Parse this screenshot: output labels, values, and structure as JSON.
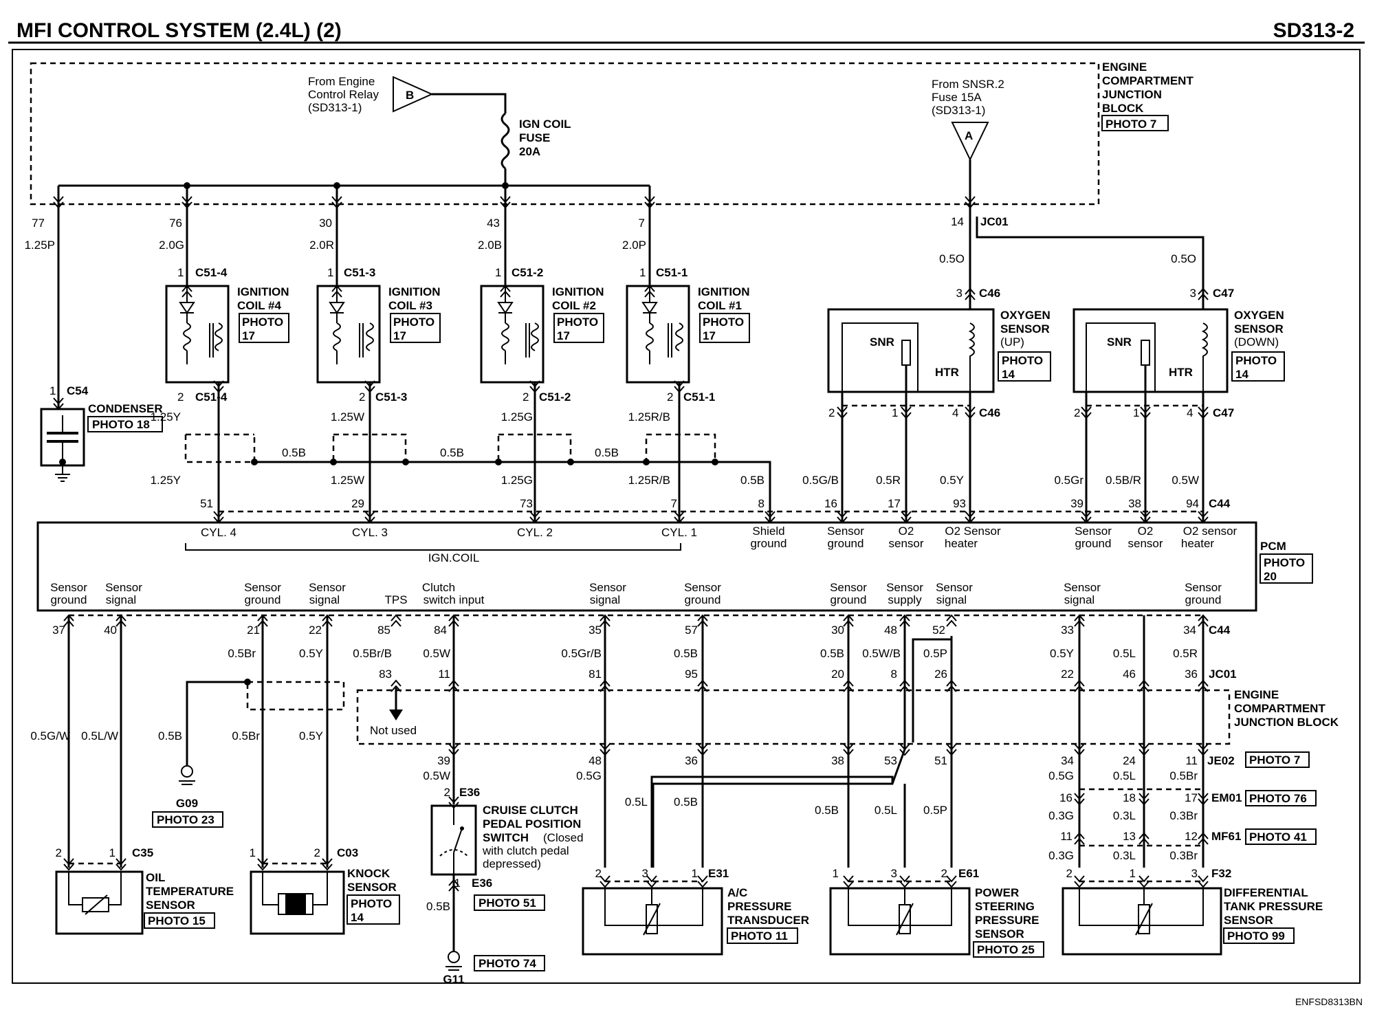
{
  "header": {
    "title": "MFI CONTROL SYSTEM (2.4L) (2)",
    "code": "SD313-2"
  },
  "footer_code": "ENFSD8313BN",
  "top": {
    "relay_from": [
      "From Engine",
      "Control Relay",
      "(SD313-1)"
    ],
    "relay_letter": "B",
    "ign_fuse": [
      "IGN COIL",
      "FUSE",
      "20A"
    ],
    "snsr_from": [
      "From SNSR.2",
      "Fuse 15A",
      "(SD313-1)"
    ],
    "snsr_letter": "A",
    "ecjb": [
      "ENGINE",
      "COMPARTMENT",
      "JUNCTION",
      "BLOCK"
    ],
    "ecjb_photo": "PHOTO 7",
    "jc01": "JC01"
  },
  "coils": [
    {
      "pin_top": "76",
      "wire": "2.0G",
      "conn": "C51-4",
      "name": [
        "IGNITION",
        "COIL #4"
      ],
      "photo": [
        "PHOTO",
        "17"
      ],
      "wire2": "1.25Y",
      "pcm_pin": "51",
      "cyl": "CYL. 4"
    },
    {
      "pin_top": "30",
      "wire": "2.0R",
      "conn": "C51-3",
      "name": [
        "IGNITION",
        "COIL #3"
      ],
      "photo": [
        "PHOTO",
        "17"
      ],
      "wire2": "1.25W",
      "pcm_pin": "29",
      "cyl": "CYL. 3"
    },
    {
      "pin_top": "43",
      "wire": "2.0B",
      "conn": "C51-2",
      "name": [
        "IGNITION",
        "COIL #2"
      ],
      "photo": [
        "PHOTO",
        "17"
      ],
      "wire2": "1.25G",
      "pcm_pin": "73",
      "cyl": "CYL. 2"
    },
    {
      "pin_top": "7",
      "wire": "2.0P",
      "conn": "C51-1",
      "name": [
        "IGNITION",
        "COIL #1"
      ],
      "photo": [
        "PHOTO",
        "17"
      ],
      "wire2": "1.25R/B",
      "pcm_pin": "7",
      "cyl": "CYL. 1"
    }
  ],
  "pin1": "1",
  "pin2": "2",
  "ign_coil_label": "IGN.COIL",
  "condenser": {
    "pin_top": "77",
    "wire": "1.25P",
    "pin": "1",
    "conn": "C54",
    "name": "CONDENSER",
    "photo": "PHOTO 18"
  },
  "shield": {
    "wire": "0.5B",
    "pin": "8",
    "label": [
      "Shield",
      "ground"
    ]
  },
  "o2_up": {
    "pin_jc": "14",
    "wire": "0.5O",
    "pin_top": "3",
    "conn_top": "C46",
    "name": [
      "OXYGEN",
      "SENSOR",
      "(UP)"
    ],
    "photo": [
      "PHOTO",
      "14"
    ],
    "snr": "SNR",
    "htr": "HTR",
    "pins_bot": [
      "2",
      "1",
      "4"
    ],
    "conn_bot": "C46",
    "wires": [
      "0.5G/B",
      "0.5R",
      "0.5Y"
    ],
    "pcm_pins": [
      "16",
      "17",
      "93"
    ],
    "labels": [
      [
        "Sensor",
        "ground"
      ],
      [
        "O2",
        "sensor"
      ],
      [
        "O2 Sensor",
        "heater"
      ]
    ]
  },
  "o2_down": {
    "wire": "0.5O",
    "pin_top": "3",
    "conn_top": "C47",
    "name": [
      "OXYGEN",
      "SENSOR",
      "(DOWN)"
    ],
    "photo": [
      "PHOTO",
      "14"
    ],
    "snr": "SNR",
    "htr": "HTR",
    "pins_bot": [
      "2",
      "1",
      "4"
    ],
    "conn_bot": "C47",
    "wires": [
      "0.5Gr",
      "0.5B/R",
      "0.5W"
    ],
    "pcm_pins": [
      "39",
      "38",
      "94"
    ],
    "pcm_conn": "C44",
    "labels": [
      [
        "Sensor",
        "ground"
      ],
      [
        "O2",
        "sensor"
      ],
      [
        "O2 sensor",
        "heater"
      ]
    ]
  },
  "pcm": {
    "name": "PCM",
    "photo": [
      "PHOTO",
      "20"
    ]
  },
  "pcm_bottom_labels": [
    [
      "Sensor",
      "ground"
    ],
    [
      "Sensor",
      "signal"
    ],
    [
      "Sensor",
      "ground"
    ],
    [
      "Sensor",
      "signal"
    ],
    [
      "TPS",
      ""
    ],
    [
      "Clutch",
      "switch input"
    ],
    [
      "Sensor",
      "signal"
    ],
    [
      "Sensor",
      "ground"
    ],
    [
      "Sensor",
      "ground"
    ],
    [
      "Sensor",
      "supply"
    ],
    [
      "Sensor",
      "signal"
    ],
    [
      "Sensor",
      "signal"
    ],
    [
      "Sensor",
      "ground"
    ]
  ],
  "bottom_pins": [
    "37",
    "40",
    "21",
    "22",
    "85",
    "84",
    "35",
    "57",
    "30",
    "48",
    "52",
    "33",
    "34"
  ],
  "bottom_conn": "C44",
  "bottom_wires": [
    "0.5Br",
    "0.5Y",
    "0.5Br/B",
    "0.5W",
    "0.5Gr/B",
    "0.5B",
    "0.5B",
    "0.5W/B",
    "0.5P",
    "0.5Y",
    "0.5L",
    "0.5R"
  ],
  "jc_pins": [
    "83",
    "11",
    "81",
    "95",
    "20",
    "8",
    "26",
    "22",
    "46",
    "36"
  ],
  "jc_conn": "JC01",
  "ecjb2": [
    "ENGINE",
    "COMPARTMENT",
    "JUNCTION BLOCK"
  ],
  "not_used": "Not used",
  "oil_wires": [
    "0.5G/W",
    "0.5L/W"
  ],
  "knock_wires": [
    "0.5Br",
    "0.5Y"
  ],
  "g09": {
    "wire": "0.5B",
    "name": "G09",
    "photo": "PHOTO 23"
  },
  "oil_sensor": {
    "pins": [
      "2",
      "1"
    ],
    "conn": "C35",
    "name": [
      "OIL",
      "TEMPERATURE",
      "SENSOR"
    ],
    "photo": "PHOTO 15"
  },
  "knock_sensor": {
    "pins": [
      "1",
      "2"
    ],
    "conn": "C03",
    "name": [
      "KNOCK",
      "SENSOR"
    ],
    "photo": [
      "PHOTO",
      "14"
    ]
  },
  "je_pins": [
    "39",
    "48",
    "36",
    "38",
    "53",
    "51",
    "34",
    "24",
    "11"
  ],
  "je_conn": "JE02",
  "je_photo": "PHOTO 7",
  "cruise": {
    "wire_top": "0.5W",
    "pin_top": "2",
    "conn_top": "E36",
    "name": [
      "CRUISE CLUTCH",
      "PEDAL POSITION",
      "SWITCH"
    ],
    "note": [
      "(Closed",
      "with clutch pedal",
      "depressed)"
    ],
    "pin_bot": "1",
    "conn_bot": "E36",
    "photo": "PHOTO 51",
    "wire_bot": "0.5B",
    "ground": "G11",
    "ground_photo": "PHOTO 74"
  },
  "ac": {
    "wire_g": "0.5G",
    "wires": [
      "0.5L",
      "0.5B"
    ],
    "pins": [
      "2",
      "3",
      "1"
    ],
    "conn": "E31",
    "name": [
      "A/C",
      "PRESSURE",
      "TRANSDUCER"
    ],
    "photo": "PHOTO 11"
  },
  "ps": {
    "wires": [
      "0.5B",
      "0.5L",
      "0.5P"
    ],
    "pins": [
      "1",
      "3",
      "2"
    ],
    "conn": "E61",
    "name": [
      "POWER",
      "STEERING",
      "PRESSURE",
      "SENSOR"
    ],
    "photo": "PHOTO 25"
  },
  "diff": {
    "wires1": [
      "0.5G",
      "0.5L",
      "0.5Br"
    ],
    "em_pins": [
      "16",
      "18",
      "17"
    ],
    "em_conn": "EM01",
    "em_photo": "PHOTO 76",
    "wires2": [
      "0.3G",
      "0.3L",
      "0.3Br"
    ],
    "mf_pins": [
      "11",
      "13",
      "12"
    ],
    "mf_conn": "MF61",
    "mf_photo": "PHOTO 41",
    "wires3": [
      "0.3G",
      "0.3L",
      "0.3Br"
    ],
    "pins": [
      "2",
      "1",
      "3"
    ],
    "conn": "F32",
    "name": [
      "DIFFERENTIAL",
      "TANK PRESSURE",
      "SENSOR"
    ],
    "photo": "PHOTO 99"
  },
  "coil_bus_wires": [
    "0.5B",
    "0.5B",
    "0.5B"
  ]
}
